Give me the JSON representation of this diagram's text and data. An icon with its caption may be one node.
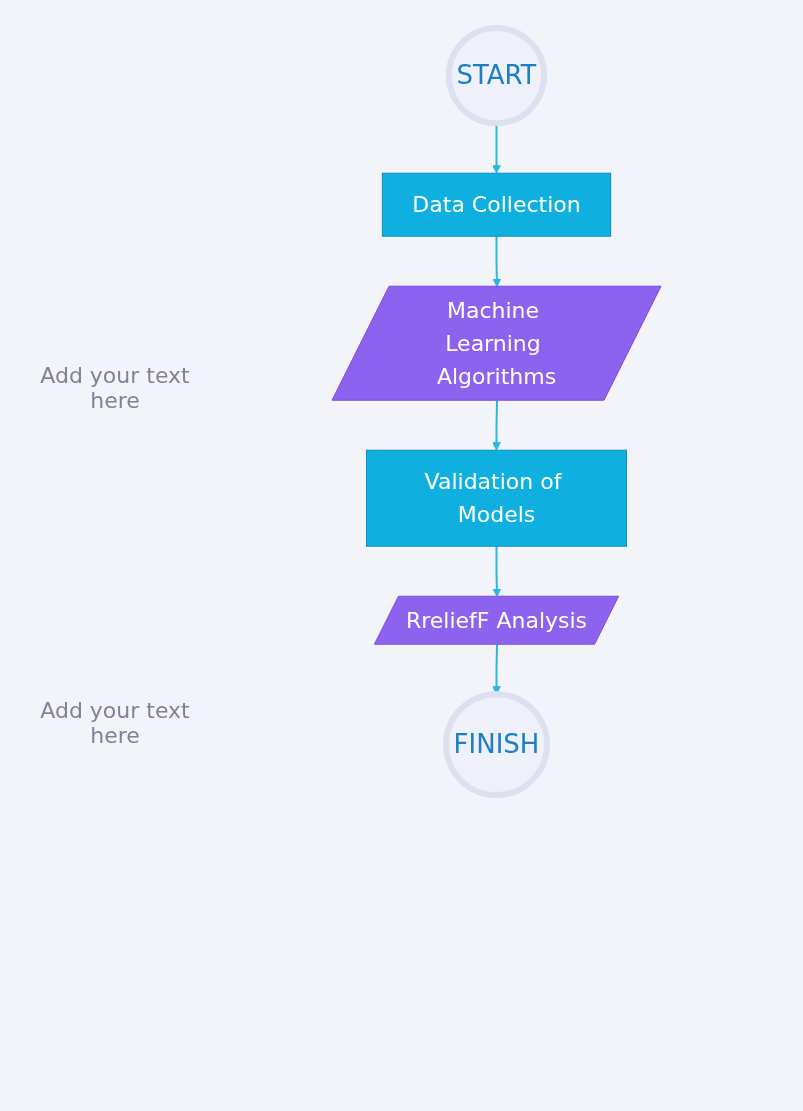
{
  "diagram": {
    "nodes": [
      {
        "text": [
          "START"
        ]
      },
      {
        "text": [
          "Data Collection"
        ]
      },
      {
        "text": [
          "Machine Learning Algorithms"
        ]
      },
      {
        "text": [
          "Validation of Models"
        ]
      },
      {
        "text": [
          "RreliefF Analysis"
        ]
      },
      {
        "text": [
          "FINISH"
        ]
      }
    ],
    "edges": [
      {
        "from": 0,
        "to": 1,
        "arrow": "to"
      },
      {
        "from": 1,
        "to": 2,
        "arrow": "to"
      },
      {
        "from": 2,
        "to": 3,
        "arrow": "to"
      },
      {
        "from": 3,
        "to": 4,
        "arrow": "to"
      },
      {
        "from": 4,
        "to": 5,
        "arrow": "to"
      }
    ],
    "labels": [
      "Add your text here",
      "Add your text here"
    ]
  }
}
